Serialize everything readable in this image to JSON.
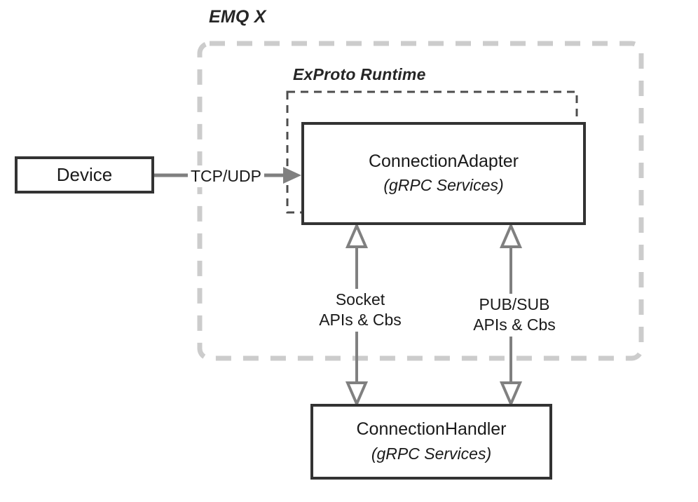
{
  "diagram": {
    "title_emqx": "EMQ X",
    "title_exproto": "ExProto Runtime",
    "nodes": {
      "device": {
        "label": "Device"
      },
      "connection_adapter": {
        "label": "ConnectionAdapter",
        "sublabel": "(gRPC Services)"
      },
      "connection_handler": {
        "label": "ConnectionHandler",
        "sublabel": "(gRPC Services)"
      }
    },
    "edges": {
      "tcp_udp": {
        "label": "TCP/UDP"
      },
      "socket": {
        "line1": "Socket",
        "line2": "APIs & Cbs"
      },
      "pubsub": {
        "line1": "PUB/SUB",
        "line2": "APIs & Cbs"
      }
    },
    "colors": {
      "box_border": "#333333",
      "arrow_gray": "#808080",
      "dashed_light": "#cccccc",
      "dashed_dark": "#4d4d4d",
      "text": "#1a1a1a",
      "background": "#ffffff"
    }
  }
}
